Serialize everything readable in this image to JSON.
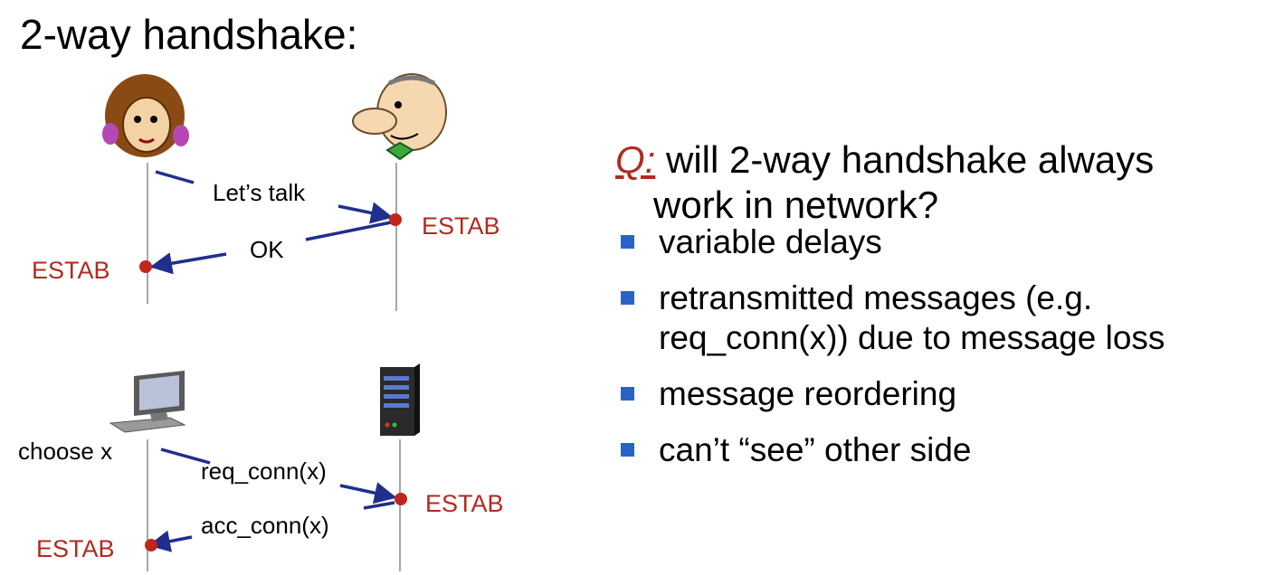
{
  "title": "2-way handshake:",
  "top_diagram": {
    "msg1": "Let’s talk",
    "msg2": "OK",
    "estab_right": "ESTAB",
    "estab_left": "ESTAB"
  },
  "bottom_diagram": {
    "choose": "choose x",
    "msg1": "req_conn(x)",
    "msg2": "acc_conn(x)",
    "estab_right": "ESTAB",
    "estab_left": "ESTAB"
  },
  "question": {
    "mark": "Q:",
    "line1": " will 2-way handshake always",
    "line2": "work in network?"
  },
  "bullets": {
    "b1": "variable delays",
    "b2_line1": "retransmitted messages (e.g.",
    "b2_line2": "req_conn(x)) due to message loss",
    "b3": "message reordering",
    "b4": "can’t “see” other side"
  },
  "colors": {
    "estab": "#b22a1f",
    "arrow": "#1f2f8c",
    "bullet": "#2a63c6",
    "dot": "#c0261c"
  }
}
